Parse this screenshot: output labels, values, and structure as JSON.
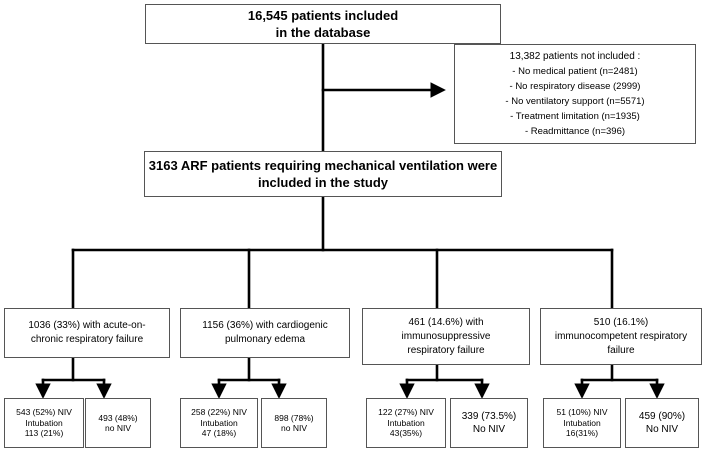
{
  "top": {
    "line1": "16,545 patients included",
    "line2": "in the database"
  },
  "excluded": {
    "header": "13,382 patients not included :",
    "items": [
      "- No medical patient (n=2481)",
      "- No respiratory disease (2999)",
      "- No ventilatory support (n=5571)",
      "- Treatment limitation (n=1935)",
      "- Readmittance (n=396)"
    ]
  },
  "study": {
    "line1": "3163 ARF patients requiring mechanical ventilation were",
    "line2": "included in the study"
  },
  "groups": [
    {
      "lines": [
        "1036 (33%) with acute-on-",
        "chronic respiratory failure"
      ],
      "niv": [
        "543 (52%) NIV",
        "Intubation",
        "113 (21%)"
      ],
      "no_niv": [
        "493 (48%)",
        "no NIV"
      ]
    },
    {
      "lines": [
        "1156 (36%) with cardiogenic",
        "pulmonary edema"
      ],
      "niv": [
        "258 (22%) NIV",
        "Intubation",
        "47 (18%)"
      ],
      "no_niv": [
        "898 (78%)",
        "no NIV"
      ]
    },
    {
      "lines": [
        "461 (14.6%) with",
        "immunosuppressive",
        "respiratory failure"
      ],
      "niv": [
        "122 (27%) NIV",
        "Intubation",
        "43(35%)"
      ],
      "no_niv": [
        "339 (73.5%)",
        "No NIV"
      ]
    },
    {
      "lines": [
        "510 (16.1%)",
        "immunocompetent respiratory",
        "failure"
      ],
      "niv": [
        "51 (10%) NIV",
        "Intubation",
        "16(31%)"
      ],
      "no_niv": [
        "459 (90%)",
        "No NIV"
      ]
    }
  ]
}
